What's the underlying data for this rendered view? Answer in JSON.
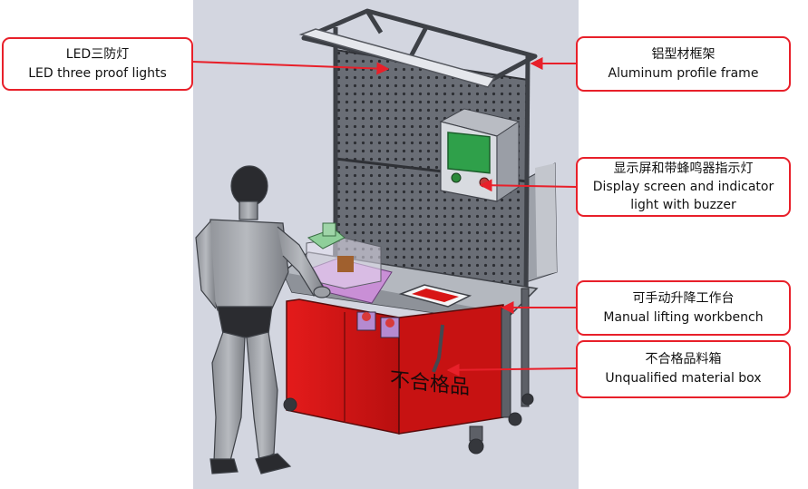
{
  "callouts": {
    "led_lights": {
      "zh": "LED三防灯",
      "en": "LED three proof lights"
    },
    "frame": {
      "zh": "铝型材框架",
      "en": "Aluminum profile frame"
    },
    "display": {
      "zh": "显示屏和带蜂鸣器指示灯",
      "en_line1": "Display screen and indicator",
      "en_line2": "light with buzzer"
    },
    "workbench": {
      "zh": "可手动升降工作台",
      "en": "Manual lifting workbench"
    },
    "reject_box": {
      "zh": "不合格品料箱",
      "en": "Unqualified material box"
    }
  },
  "cabinet_label": "不合格品",
  "colors": {
    "callout_border": "#e8202a",
    "arrow": "#e8202a",
    "scene_background": "#d3d6e0",
    "frame_metal": "#3d4046",
    "cabinet_red": "#d81515",
    "screen_green": "#2fa04a",
    "fixture_purple": "#c98fd6"
  }
}
